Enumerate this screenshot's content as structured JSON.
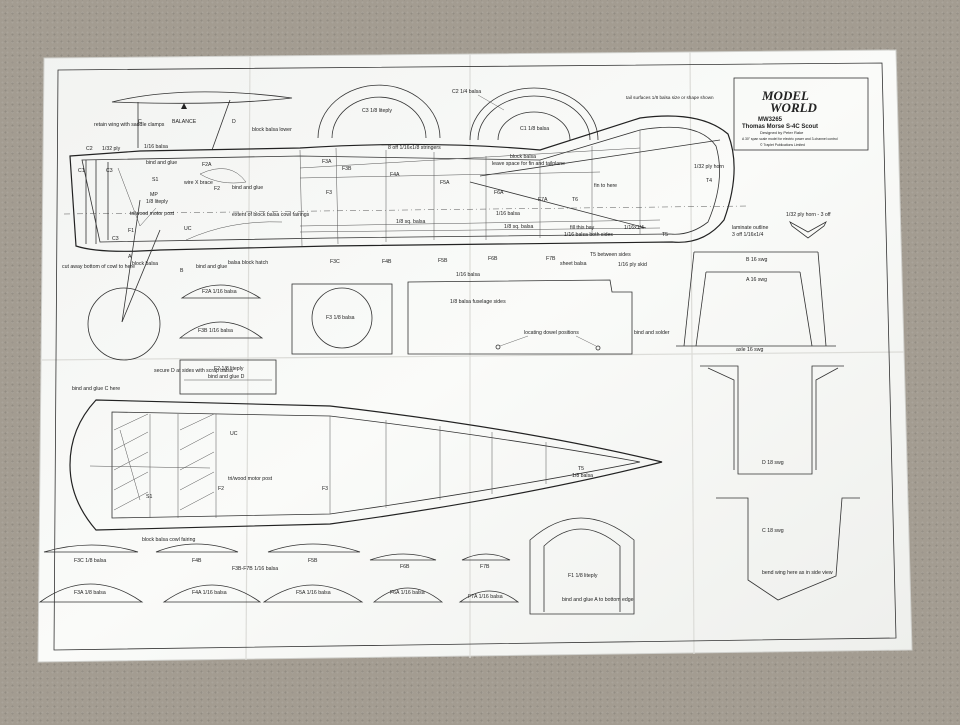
{
  "title_block": {
    "brand_line1": "MODEL",
    "brand_line2": "WORLD",
    "plan_number": "MW3265",
    "plane_name": "Thomas Morse S-4C Scout",
    "designer": "Designed by Peter Rake",
    "spec": "A 30\" span scale model for electric power and 3-channel control",
    "copyright": "© Traplet Publications Limited"
  },
  "labels": {
    "retain_wing": "retain wing with saddle clamps",
    "c_left": "C",
    "balance": "BALANCE",
    "d_right": "D",
    "c3_ply": "C3 1/8 liteply",
    "c2_balsa": "C2 1/4 balsa",
    "c1_balsa": "C1 1/8 balsa",
    "tail_surfaces": "tail surfaces 1/8 balsa size or shape shown",
    "c2": "C2",
    "ply_132": "1/32 ply",
    "balsa_116": "1/16 balsa",
    "c1": "C1",
    "c3": "C3",
    "bind_glue": "bind and glue",
    "f2a": "F2A",
    "s1": "S1",
    "wire_x_brace": "wire X brace",
    "f2": "F2",
    "mp": "MP",
    "liteply_18": "1/8 liteply",
    "trilwood_motor": "tri/wood motor post",
    "block_balsa_lower": "block balsa lower",
    "f3a": "F3A",
    "f3b": "F3B",
    "stringers": "8 off 1/16x1/8 stringers",
    "f4a": "F4A",
    "f5a": "F5A",
    "block_balsa": "block balsa",
    "leave_space": "leave space for fin and tailplane",
    "f6a": "F6A",
    "f7a": "F7A",
    "t6": "T6",
    "fin_here": "fin to here",
    "ply_horn": "1/32 ply horn",
    "t4": "T4",
    "extent_cowl": "extent of block balsa cowl fairings",
    "f3": "F3",
    "sq_balsa": "1/8 sq. balsa",
    "balsa_116b": "1/16 balsa",
    "sq_balsa2": "1/8 sq. balsa",
    "fill_bay": "fill this bay",
    "both_sides": "1/16 balsa both sides",
    "sixteenth_quarter": "1/16x1/4",
    "t5": "T5",
    "laminate_outline": "laminate outline",
    "laminate_off": "3 off 1/16x1/4",
    "horn_off": "1/32 ply horn - 3 off",
    "f1": "F1",
    "uc": "UC",
    "cut_away": "cut away bottom of cowl to here",
    "a": "A",
    "b": "B",
    "block_balsa2": "block balsa",
    "bind_glue2": "bind and glue",
    "balsa_block_hatch": "balsa block hatch",
    "f3c": "F3C",
    "f4b": "F4B",
    "f5b": "F5B",
    "f6b": "F6B",
    "f7b": "F7B",
    "sheet_balsa": "sheet balsa",
    "t5_between": "T5 between sides",
    "ply_skid": "1/16 ply skid",
    "balsa_116c": "1/16 balsa",
    "b_swg": "B 16 swg",
    "a_swg": "A 16 swg",
    "bind_solder": "bind and solder",
    "axle_swg": "axle 16 swg",
    "f2a_116": "F2A 1/16 balsa",
    "f3b_116": "F3B 1/16 balsa",
    "f3_balsa": "F3 1/8 balsa",
    "fuselage_sides": "1/8 balsa fuselage sides",
    "locating_dowel": "locating dowel positions",
    "f2_liteply": "F2 1/8 liteply",
    "bind_glue_d": "bind and glue D",
    "secure_d": "secure D at sides with scrap balsa",
    "bind_glue_c": "bind and glue C here",
    "uc2": "UC",
    "trilwood_motor2": "tri/wood motor post",
    "f2b": "F2",
    "f3d": "F3",
    "s1b": "S1",
    "t5b": "T5",
    "balsa_18": "1/8 balsa",
    "d_swg": "D 18 swg",
    "block_cowl": "block balsa cowl fairing",
    "c_swg": "C 18 swg",
    "bend_wing": "bend wing here as in side view",
    "f3c_116": "F3C 1/8 balsa",
    "f4b2": "F4B",
    "f5b2": "F5B",
    "f3b_f7b": "F3B-F7B 1/16 balsa",
    "f6b2": "F6B",
    "f7b2": "F7B",
    "f3a_18": "F3A 1/8 balsa",
    "f4a_116": "F4A 1/16 balsa",
    "f5a_116": "F5A 1/16 balsa",
    "f6a_116": "F6A 1/16 balsa",
    "f7a_116": "F7A 1/16 balsa",
    "f1_liteply": "F1 1/8 liteply",
    "bind_glue_a": "bind and glue A to bottom edge"
  },
  "colors": {
    "paper": "#f7f8f6",
    "carpet": "#a39c91",
    "line": "#333333"
  }
}
